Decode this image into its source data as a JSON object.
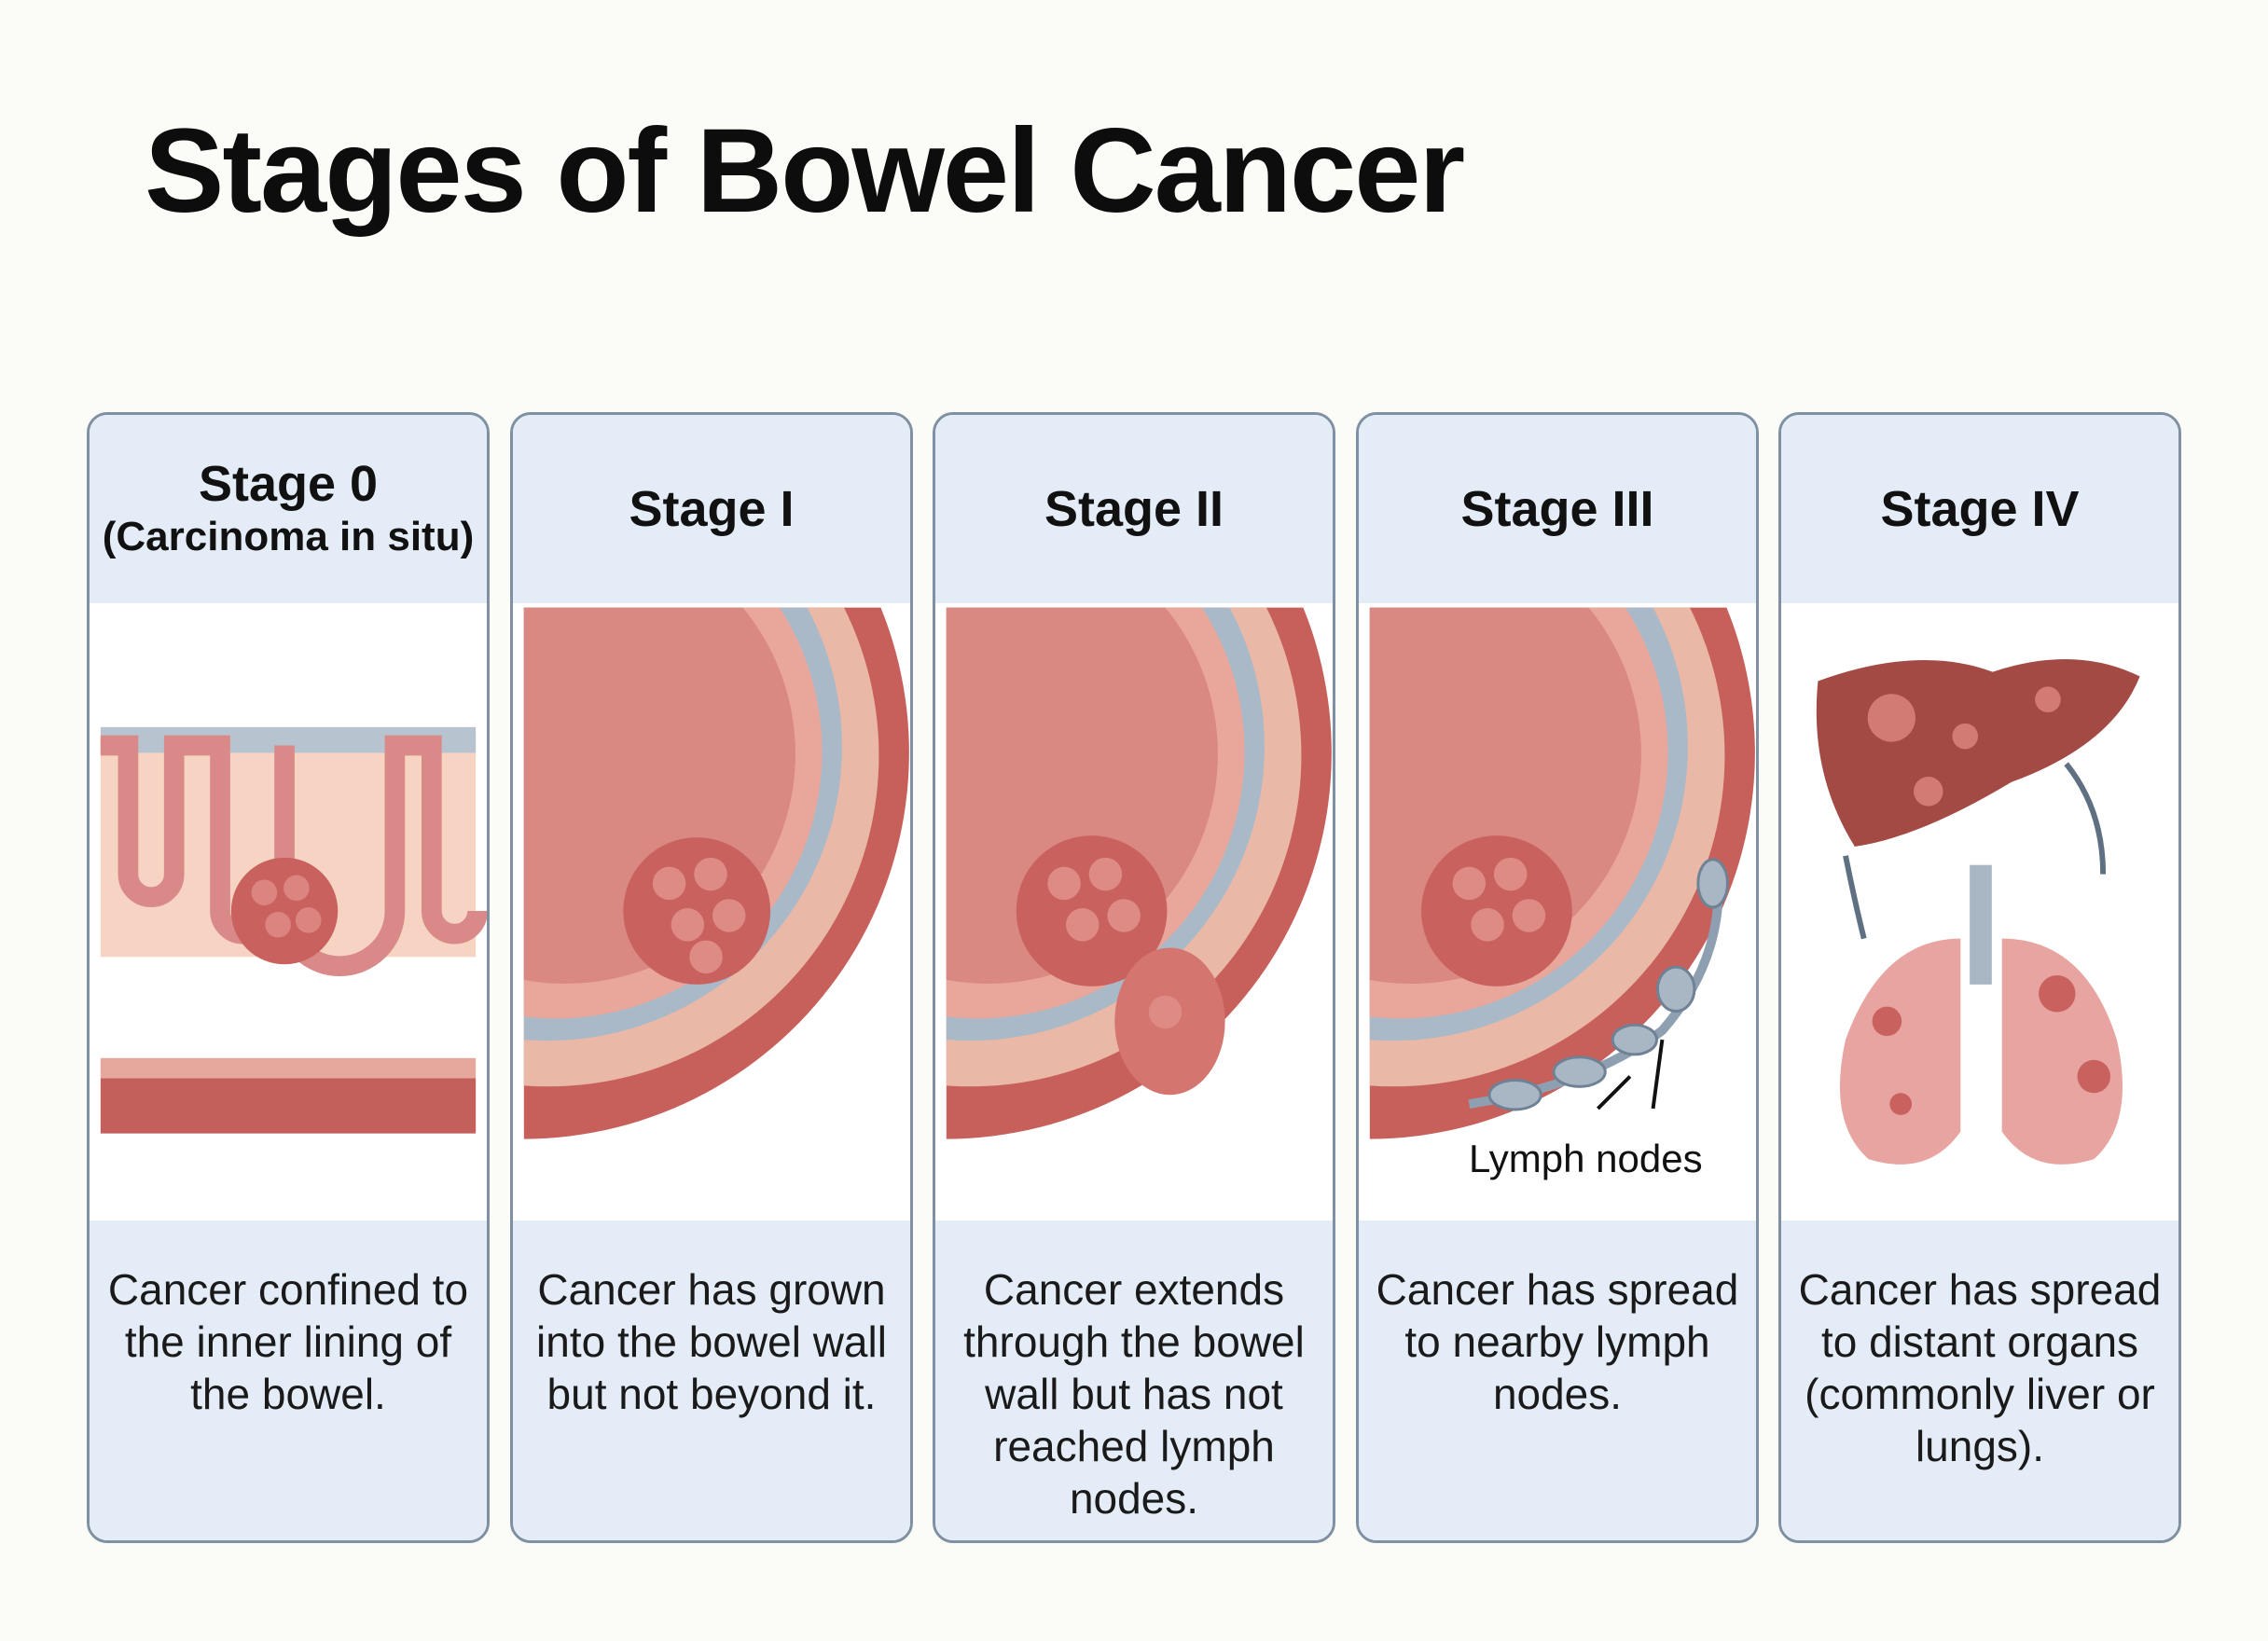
{
  "title": "Stages of Bowel Cancer",
  "stages": [
    {
      "name": "Stage 0",
      "subtitle": "(Carcinoma in situ)",
      "description": "Cancer confined to the inner lining of the bowel."
    },
    {
      "name": "Stage I",
      "description": "Cancer has grown into the bowel wall but not beyond it."
    },
    {
      "name": "Stage II",
      "description": "Cancer extends through the bowel wall but has not reached lymph nodes."
    },
    {
      "name": "Stage III",
      "description": "Cancer has spread to nearby lymph nodes.",
      "label": "Lymph nodes"
    },
    {
      "name": "Stage IV",
      "description": "Cancer has spread to distant organs (commonly liver or lungs)."
    }
  ],
  "colors": {
    "panel_bg": "#e4edf7",
    "border": "#7f90a3",
    "tissue": "#d9837c",
    "tumor": "#c9615e",
    "lining": "#a9b9c8"
  }
}
